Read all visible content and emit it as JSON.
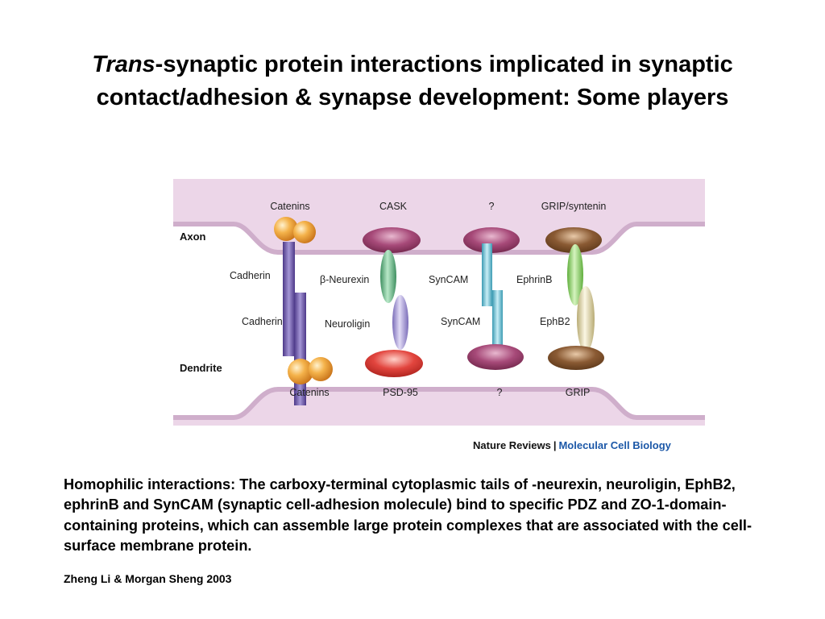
{
  "slide": {
    "title_italic": "Trans",
    "title_rest": "-synaptic protein interactions implicated in synaptic contact/adhesion & synapse development: Some players"
  },
  "figure": {
    "compartments": {
      "top": "Axon",
      "bottom": "Dendrite"
    },
    "labels": {
      "catenins_top": "Catenins",
      "cask": "CASK",
      "unknown_top": "?",
      "grip_syntenin": "GRIP/syntenin",
      "cadherin_top": "Cadherin",
      "beta_neurexin": "β-Neurexin",
      "syncam_top": "SynCAM",
      "ephrinb": "EphrinB",
      "cadherin_bottom": "Cadherin",
      "neuroligin": "Neuroligin",
      "syncam_bottom": "SynCAM",
      "ephb2": "EphB2",
      "catenins_bottom": "Catenins",
      "psd95": "PSD-95",
      "unknown_bottom": "?",
      "grip": "GRIP"
    },
    "credit": {
      "journal": "Nature Reviews",
      "separator": "|",
      "section": "Molecular Cell Biology"
    },
    "colors": {
      "membrane": "#e6cfe3",
      "cadherin": "#6f58a8",
      "catenin": "#f0a23a",
      "cask": "#9a3f6c",
      "neurexin": "#5aaa7a",
      "neuroligin": "#9c8fd0",
      "psd95": "#e2453e",
      "syncam": "#6cc2d4",
      "unknown_scaffold": "#9a3f6c",
      "grip": "#8a5a33",
      "ephrinb": "#8ed06a",
      "ephb2": "#e4dcb0",
      "credit_blue": "#1c58a8"
    }
  },
  "caption": "Homophilic interactions: The carboxy-terminal cytoplasmic tails of  -neurexin, neuroligin, EphB2, ephrinB and SynCAM (synaptic cell-adhesion molecule) bind to specific PDZ and ZO-1-domain-containing proteins, which can assemble large protein complexes that are associated with the cell-surface membrane protein.",
  "citation": "Zheng Li & Morgan Sheng 2003"
}
